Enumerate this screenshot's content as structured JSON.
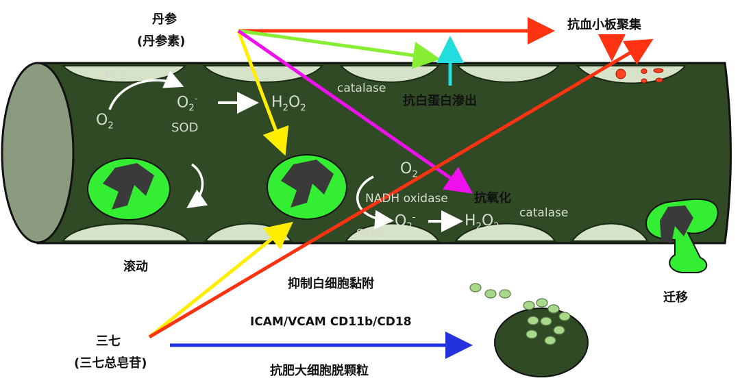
{
  "herbs": {
    "danshen": {
      "name": "丹参",
      "compound": "(丹参素)"
    },
    "sanqi": {
      "name": "三七",
      "compound": "(三七总皂苷)"
    }
  },
  "effects": {
    "anti_platelet": "抗血小板聚集",
    "anti_protein_leak": "抗白蛋白渗出",
    "antioxidant": "抗氧化",
    "rolling": "滚动",
    "inhibit_adhesion": "抑制白细胞黏附",
    "migration": "迁移",
    "adhesion_molecules": "ICAM/VCAM CD11b/CD18",
    "anti_mast_cell": "抗肥大细胞脱颗粒"
  },
  "chemistry": {
    "xo": "XO",
    "o2_base": "O",
    "o2_sub": "2",
    "superoxide_base": "O",
    "superoxide_sub": "2",
    "superoxide_sup": "-",
    "sod": "SOD",
    "h2o2_h": "H",
    "h2o2_sub1": "2",
    "h2o2_o": "O",
    "h2o2_sub2": "2",
    "catalase": "catalase",
    "nadh_oxidase": "NADH oxidase"
  },
  "colors": {
    "vessel": "#2f4a24",
    "vessel_dark": "#1f3318",
    "vessel_end": "#8a9b80",
    "endothelium": "#d6e3c8",
    "leukocyte": "#33ee33",
    "nucleus": "#3a3a3a",
    "granule": "#a8d88a",
    "platelet": "#ff4422",
    "arrow_red": "#ff3311",
    "arrow_green": "#88ee33",
    "arrow_yellow": "#ffee00",
    "arrow_magenta": "#ee11ee",
    "arrow_cyan": "#22dddd",
    "arrow_blue": "#2233dd",
    "arrow_white": "#ffffff"
  }
}
